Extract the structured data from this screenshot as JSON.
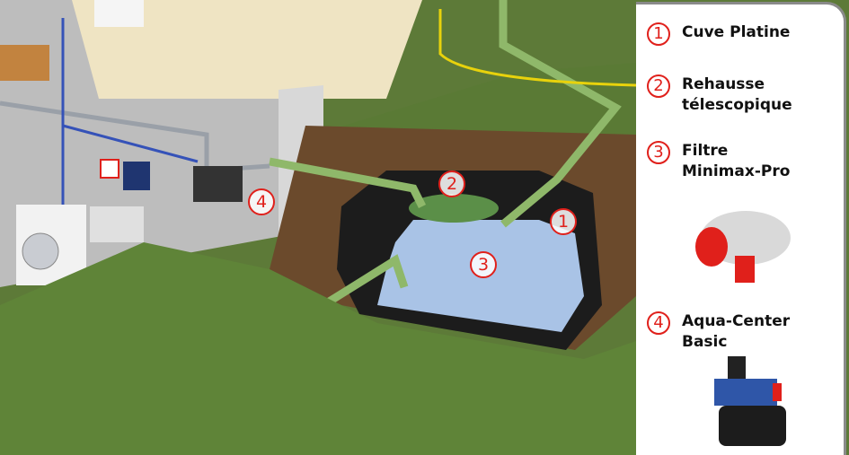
{
  "legend": [
    {
      "number": "1",
      "label_line1": "Cuve Platine",
      "label_line2": ""
    },
    {
      "number": "2",
      "label_line1": "Rehausse",
      "label_line2": "télescopique"
    },
    {
      "number": "3",
      "label_line1": "Filtre",
      "label_line2": "Minimax-Pro"
    },
    {
      "number": "4",
      "label_line1": "Aqua-Center",
      "label_line2": "Basic"
    }
  ],
  "colors": {
    "accent": "#e0201b",
    "grass": "#5f7a3a",
    "pipe": "#8fb86a",
    "tank": "#1c1c1c",
    "water": "#a9c3e6"
  }
}
